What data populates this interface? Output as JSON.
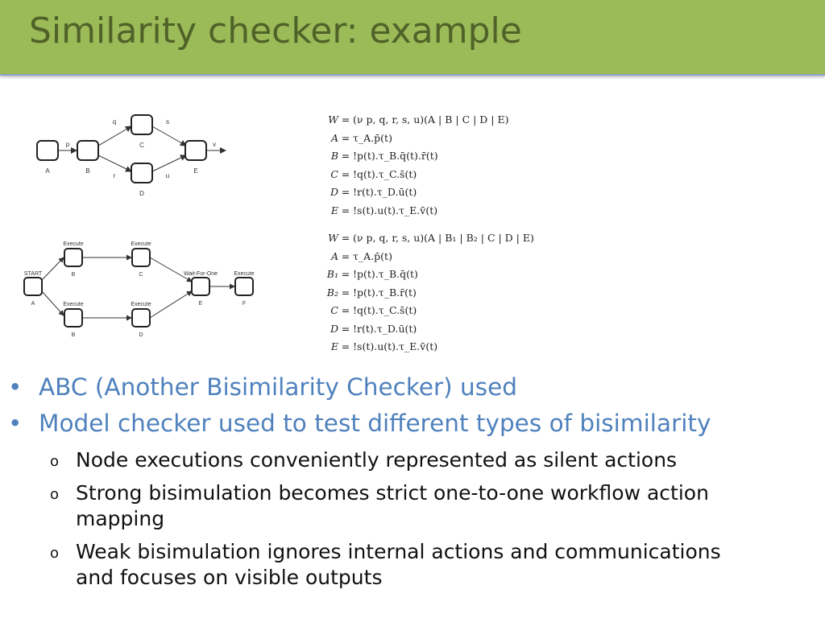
{
  "slide": {
    "title": "Similarity checker: example"
  },
  "diagram_top": {
    "nodes": [
      "A",
      "B",
      "C",
      "D",
      "E"
    ],
    "edge_labels": [
      "p",
      "q",
      "r",
      "s",
      "u",
      "v"
    ]
  },
  "diagram_bottom": {
    "node_labels": [
      "A",
      "B",
      "B",
      "C",
      "D",
      "E",
      "F"
    ],
    "node_titles": [
      "START",
      "Execute",
      "Execute",
      "Execute",
      "Execute",
      "Wait-For-One",
      "Execute"
    ]
  },
  "equations": {
    "block1": [
      {
        "lhs": "W",
        "rhs": "(ν p, q, r, s, u)(A | B | C | D | E)"
      },
      {
        "lhs": "A",
        "rhs": "τ_A.p̄(t)"
      },
      {
        "lhs": "B",
        "rhs": "!p(t).τ_B.q̄(t).r̄(t)"
      },
      {
        "lhs": "C",
        "rhs": "!q(t).τ_C.s̄(t)"
      },
      {
        "lhs": "D",
        "rhs": "!r(t).τ_D.ū(t)"
      },
      {
        "lhs": "E",
        "rhs": "!s(t).u(t).τ_E.v̄(t)"
      }
    ],
    "block2": [
      {
        "lhs": "W",
        "rhs": "(ν p, q, r, s, u)(A | B₁ | B₂ | C | D | E)"
      },
      {
        "lhs": "A",
        "rhs": "τ_A.p̄(t)"
      },
      {
        "lhs": "B₁",
        "rhs": "!p(t).τ_B.q̄(t)"
      },
      {
        "lhs": "B₂",
        "rhs": "!p(t).τ_B.r̄(t)"
      },
      {
        "lhs": "C",
        "rhs": "!q(t).τ_C.s̄(t)"
      },
      {
        "lhs": "D",
        "rhs": "!r(t).τ_D.ū(t)"
      },
      {
        "lhs": "E",
        "rhs": "!s(t).u(t).τ_E.v̄(t)"
      }
    ]
  },
  "bullets": [
    {
      "level": 1,
      "marker": "•",
      "text": "ABC (Another Bisimilarity Checker) used"
    },
    {
      "level": 1,
      "marker": "•",
      "text": "Model checker used to test different types of bisimilarity"
    },
    {
      "level": 2,
      "marker": "o",
      "lines": [
        "Node executions conveniently represented as silent actions"
      ]
    },
    {
      "level": 2,
      "marker": "o",
      "lines": [
        "Strong bisimulation becomes strict one-to-one workflow action",
        "mapping"
      ]
    },
    {
      "level": 2,
      "marker": "o",
      "lines": [
        "Weak bisimulation ignores internal actions and communications",
        "and focuses on visible outputs"
      ]
    }
  ],
  "colors": {
    "title_bar": "#9bbb59",
    "title_text": "#4f6228",
    "level1_text": "#4f81bd",
    "level2_text": "#111111"
  }
}
